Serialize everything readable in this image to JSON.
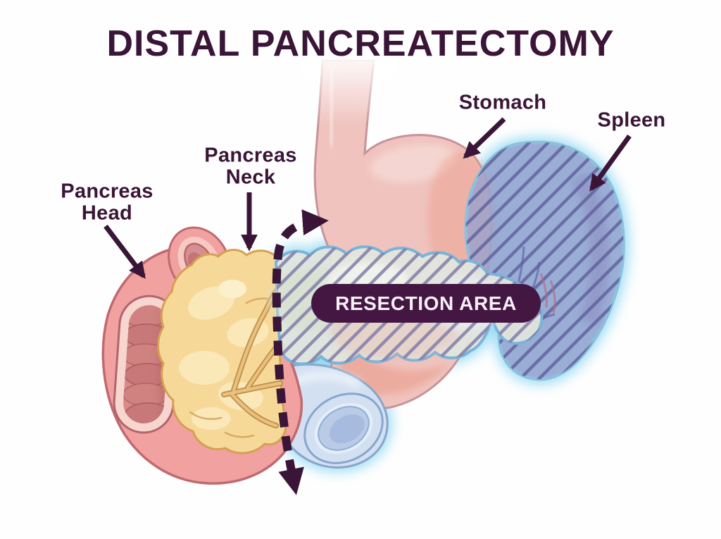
{
  "title": "DISTAL PANCREATECTOMY",
  "labels": {
    "stomach": "Stomach",
    "spleen": "Spleen",
    "pancreas_neck": "Pancreas\nNeck",
    "pancreas_head": "Pancreas\nHead"
  },
  "badge": {
    "label": "RESECTION AREA"
  },
  "colors": {
    "accent_purple": "#3a1537",
    "badge_bg": "#441743",
    "badge_text": "#f6eff6",
    "stomach_pink": "#f0c3bf",
    "stomach_shade_salmon": "#eba08e",
    "duodenum_pink": "#f1a19f",
    "duodenum_inner": "#d68b8a",
    "pancreas_head_yellow": "#f6d998",
    "pancreas_duct_tan": "#e9c07c",
    "resection_body_fill": "#e1e6dd",
    "resection_body_outline": "#7ab4d8",
    "resection_body_hatch": "#807da9",
    "spleen_fill": "#9aa2ce",
    "spleen_outline": "#8cc0dd",
    "spleen_hatch": "#5c5f99",
    "glow_cyan": "#8ed8f2",
    "vessel_tube_blue": "#d3e0f2"
  }
}
